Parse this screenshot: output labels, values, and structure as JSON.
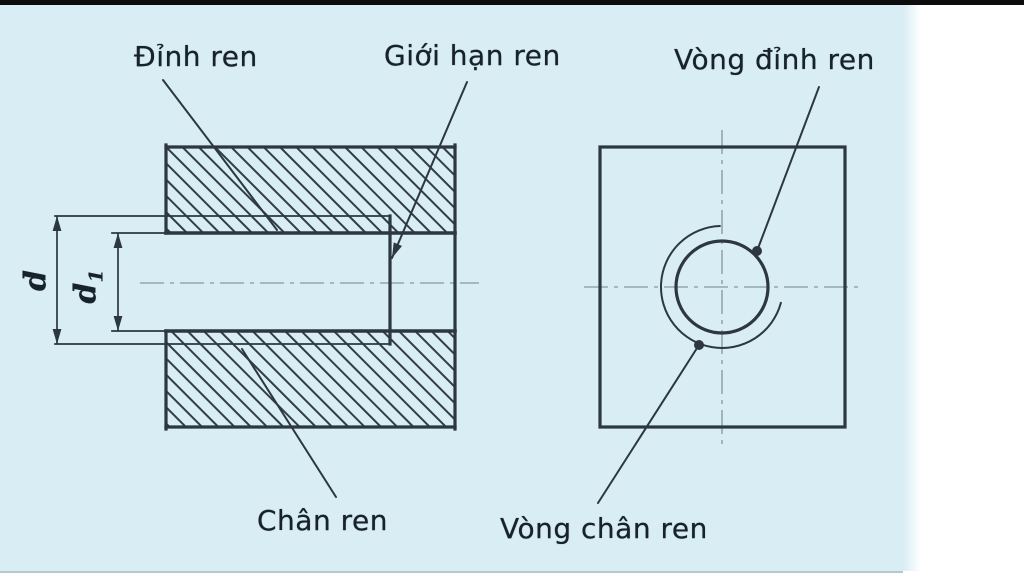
{
  "figure": {
    "title": "internal-thread-convention-drawing",
    "labels": {
      "dinh_ren": "Đỉnh ren",
      "gioi_han_ren": "Giới hạn ren",
      "vong_dinh_ren": "Vòng đỉnh ren",
      "chan_ren": "Chân ren",
      "vong_chan_ren": "Vòng chân ren",
      "dim_d": "d",
      "dim_d1_base": "d",
      "dim_d1_sub": "1"
    },
    "colors": {
      "background": "#d9edf4",
      "paper_white": "#ffffff",
      "line": "#2c3740",
      "text": "#17222c",
      "centerline": "#92a6b0",
      "top_bar": "#0c0c0c"
    }
  }
}
